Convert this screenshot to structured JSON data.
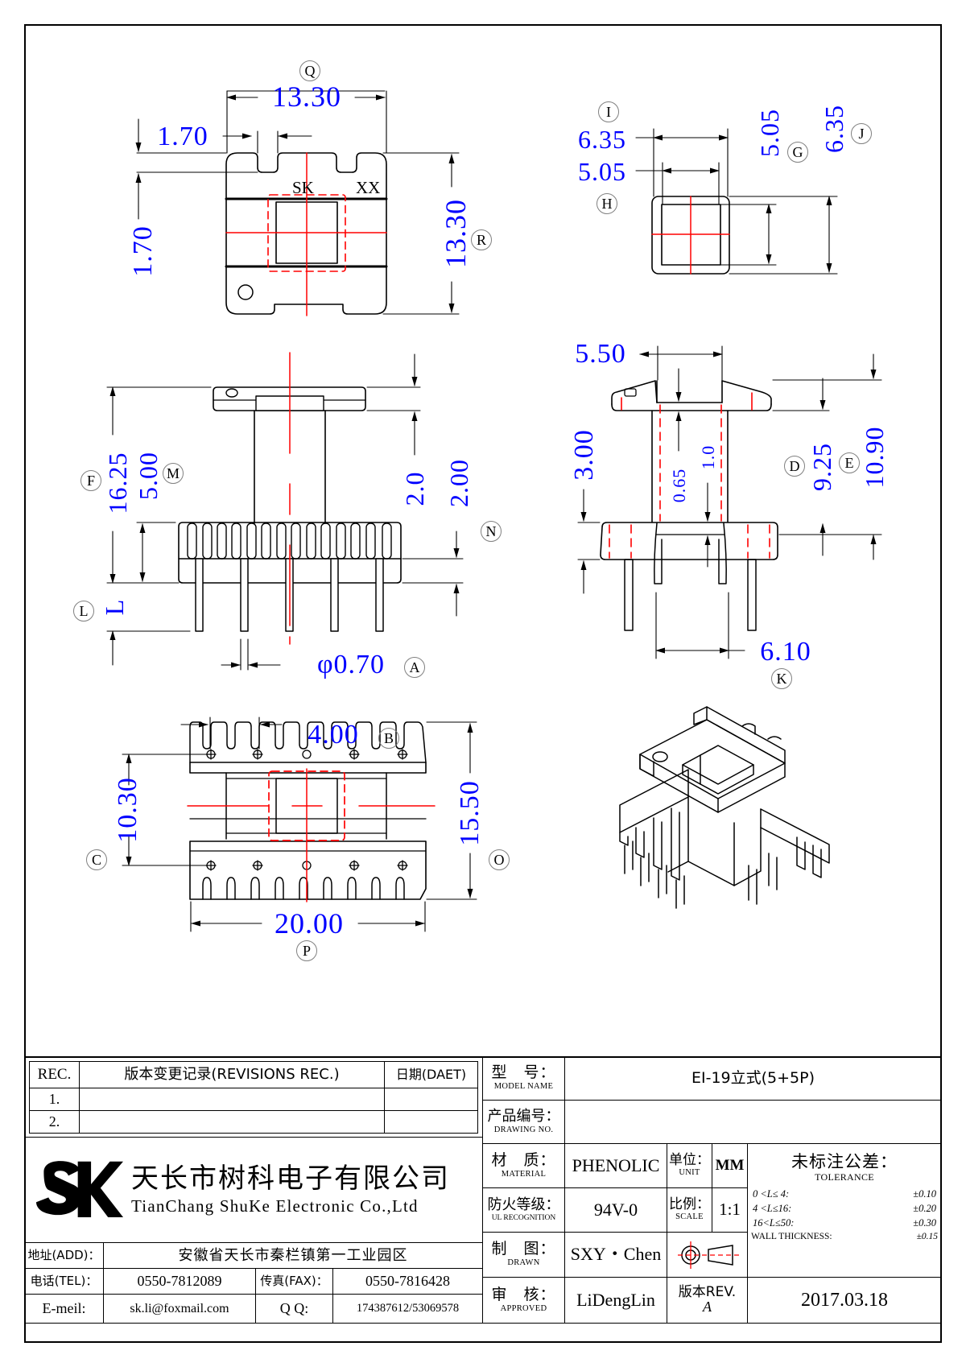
{
  "drawing": {
    "views": {
      "top_left": {
        "name": "top-view",
        "marks": [
          "SK",
          "XX"
        ],
        "dims": [
          {
            "id": "Q",
            "value": "13.30",
            "orientation": "horizontal"
          },
          {
            "id": "R",
            "value": "13.30",
            "orientation": "vertical"
          },
          {
            "id": "",
            "value": "1.70",
            "orientation": "horizontal"
          },
          {
            "id": "",
            "value": "1.70",
            "orientation": "vertical"
          }
        ]
      },
      "top_right": {
        "name": "core-window-view",
        "dims": [
          {
            "id": "I",
            "value": "6.35",
            "orientation": "horizontal"
          },
          {
            "id": "H",
            "value": "5.05",
            "orientation": "horizontal"
          },
          {
            "id": "G",
            "value": "5.05",
            "orientation": "vertical"
          },
          {
            "id": "J",
            "value": "6.35",
            "orientation": "vertical"
          }
        ]
      },
      "mid_left": {
        "name": "front-elevation-view",
        "dims": [
          {
            "id": "F",
            "value": "16.25",
            "orientation": "vertical"
          },
          {
            "id": "M",
            "value": "5.00",
            "orientation": "vertical"
          },
          {
            "id": "L",
            "value": "L",
            "orientation": "vertical"
          },
          {
            "id": "",
            "value": "2.0",
            "orientation": "vertical"
          },
          {
            "id": "N",
            "value": "2.00",
            "orientation": "vertical"
          },
          {
            "id": "A",
            "value": "φ0.70",
            "orientation": "horizontal"
          }
        ]
      },
      "mid_right": {
        "name": "side-elevation-view",
        "dims": [
          {
            "id": "",
            "value": "5.50",
            "orientation": "horizontal"
          },
          {
            "id": "",
            "value": "3.00",
            "orientation": "vertical"
          },
          {
            "id": "",
            "value": "0.65",
            "orientation": "vertical"
          },
          {
            "id": "",
            "value": "1.0",
            "orientation": "vertical"
          },
          {
            "id": "D",
            "value": "9.25",
            "orientation": "vertical"
          },
          {
            "id": "E",
            "value": "10.90",
            "orientation": "vertical"
          },
          {
            "id": "K",
            "value": "6.10",
            "orientation": "horizontal"
          }
        ]
      },
      "bottom_left": {
        "name": "bottom-plan-view",
        "dims": [
          {
            "id": "B",
            "value": "4.00",
            "orientation": "horizontal"
          },
          {
            "id": "C",
            "value": "10.30",
            "orientation": "vertical"
          },
          {
            "id": "O",
            "value": "15.50",
            "orientation": "vertical"
          },
          {
            "id": "P",
            "value": "20.00",
            "orientation": "horizontal"
          }
        ]
      },
      "bottom_right": {
        "name": "isometric-3d-view"
      }
    },
    "colors": {
      "dimension_text": "#0000ff",
      "centerline": "#ff0000",
      "hidden_line": "#ff0000",
      "outline": "#000000",
      "balloon_border": "#808080"
    }
  },
  "revisions": {
    "headers": {
      "rec": "REC.",
      "record": "版本变更记录(REVISIONS REC.)",
      "date": "日期(DAET)"
    },
    "rows": [
      {
        "no": "1.",
        "record": "",
        "date": ""
      },
      {
        "no": "2.",
        "record": "",
        "date": ""
      }
    ]
  },
  "company": {
    "logo": "sk-logo",
    "name_cn": "天长市树科电子有限公司",
    "name_en": "TianChang ShuKe Electronic Co.,Ltd"
  },
  "contacts": {
    "address_label": "地址(ADD)：",
    "address_value": "安徽省天长市秦栏镇第一工业园区",
    "tel_label": "电话(TEL)：",
    "tel_value": "0550-7812089",
    "fax_label": "传真(FAX)：",
    "fax_value": "0550-7816428",
    "email_label": "E-meil:",
    "email_value": "sk.li@foxmail.com",
    "qq_label": "Q Q:",
    "qq_value": "174387612/53069578"
  },
  "spec": {
    "model_label_cn": "型　号：",
    "model_label_en": "MODEL NAME",
    "model_value": "EI-19立式(5+5P)",
    "drawing_no_label_cn": "产品编号：",
    "drawing_no_label_en": "DRAWING NO.",
    "drawing_no_value": "",
    "material_label_cn": "材　质：",
    "material_label_en": "MATERIAL",
    "material_value": "PHENOLIC",
    "unit_label_cn": "单位：",
    "unit_label_en": "UNIT",
    "unit_value": "MM",
    "ul_label_cn": "防火等级：",
    "ul_label_en": "UL RECOGNITION",
    "ul_value": "94V-0",
    "scale_label_cn": "比例：",
    "scale_label_en": "SCALE",
    "scale_value": "1:1",
    "drawn_label_cn": "制　图：",
    "drawn_label_en": "DRAWN",
    "drawn_value": "SXY・Chen",
    "approved_label_cn": "审　核：",
    "approved_label_en": "APPROVED",
    "approved_value": "LiDengLin",
    "rev_label": "版本REV.",
    "rev_value": "A",
    "date_value": "2017.03.18",
    "projection_symbol": "first-angle-projection-icon"
  },
  "tolerance": {
    "title_cn": "未标注公差：",
    "title_en": "TOLERANCE",
    "rows": [
      {
        "range": "0 <L≤ 4:",
        "value": "±0.10"
      },
      {
        "range": "4 <L≤16:",
        "value": "±0.20"
      },
      {
        "range": "16<L≤50:",
        "value": "±0.30"
      },
      {
        "range": "WALL THICKNESS:",
        "value": "±0.15"
      }
    ]
  }
}
